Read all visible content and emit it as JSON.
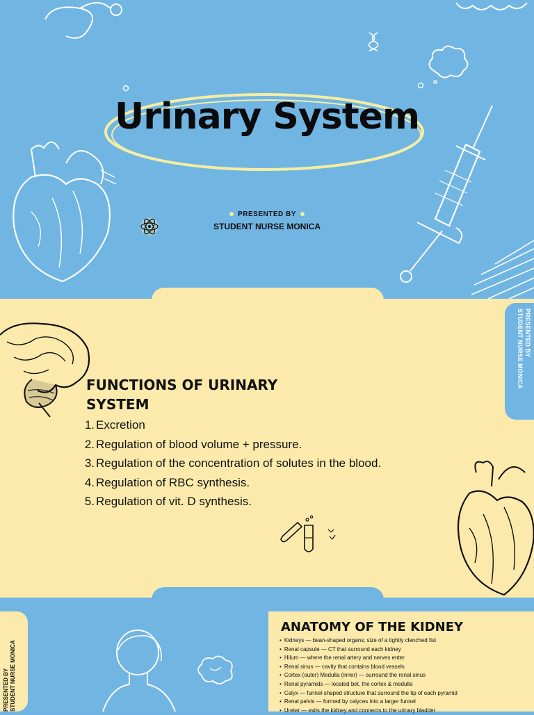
{
  "slide1": {
    "title": "Urinary System",
    "presented_by": "PRESENTED BY",
    "author": "STUDENT NURSE MONICA"
  },
  "slide2": {
    "side_tab": {
      "line1": "PRESENTED BY",
      "line2": "STUDENT NURSE MONICA"
    },
    "heading_line1": "FUNCTIONS OF URINARY",
    "heading_line2": "SYSTEM",
    "functions": [
      {
        "n": "1.",
        "text": "Excretion"
      },
      {
        "n": "2.",
        "text": "Regulation of blood volume + pressure."
      },
      {
        "n": "3.",
        "text": "Regulation of the concentration of solutes in the blood."
      },
      {
        "n": "4.",
        "text": "Regulation of RBC synthesis."
      },
      {
        "n": "5.",
        "text": "Regulation of vit. D synthesis."
      }
    ]
  },
  "slide3": {
    "side_tab": {
      "line1": "PRESENTED BY",
      "line2": "STUDENT NURSE MONICA"
    },
    "heading": "ANATOMY OF THE KIDNEY",
    "items": [
      "Kidneys — bean-shaped organs; size of a tightly clenched fist",
      "Renal capsule — CT that surround each kidney",
      "Hilum — where the renal artery and nerves enter",
      "Renal sinus — cavity that contains blood vessels",
      "Cortex (outer) Medulla (inner) — surround the renal sinus",
      "Renal pyramids — located bet. the cortex & medulla",
      "Calyx — funnel-shaped structure that surround the tip of each pyramid",
      "Renal pelvis — formed by calyces into a larger funnel",
      "Ureter — exits the kidney and connects to the urinary bladder"
    ]
  },
  "colors": {
    "blue": "#71b5e3",
    "cream": "#fbeaab",
    "ink": "#111111",
    "highlight": "#f4eea3"
  }
}
